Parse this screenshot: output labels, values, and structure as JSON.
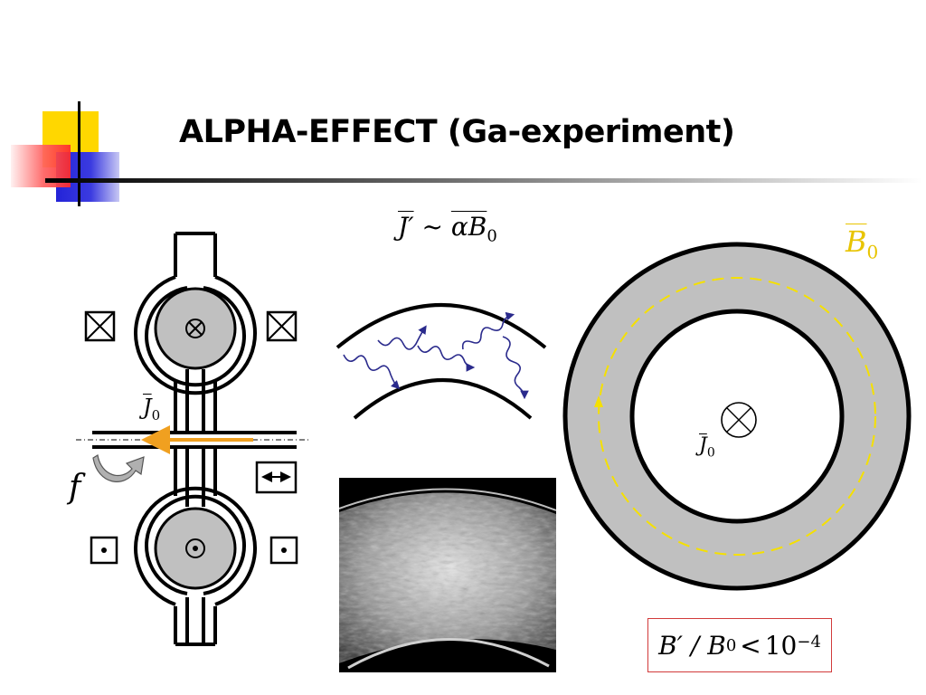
{
  "slide": {
    "title": "ALPHA-EFFECT (Ga-experiment)"
  },
  "formulas": {
    "induced_current": {
      "lhs": "J′",
      "sim": "~",
      "rhs": "αB",
      "sub": "0"
    },
    "field_label": {
      "main": "B",
      "sub": "0"
    },
    "current_label_left": {
      "main": "J",
      "sub": "0"
    },
    "current_label_ring": {
      "main": "J",
      "sub": "0"
    },
    "frequency_label": "f",
    "result": {
      "lhs": "B′ / B",
      "sub": "0",
      "rel": "<",
      "base": "10",
      "exp": "−4"
    }
  },
  "colors": {
    "accent_yellow": "#f5e000",
    "field_label": "#e8c400",
    "current_arrow": "#f0a020",
    "wave_arrows": "#2a2a8c",
    "shell_gray": "#c0c0c0",
    "result_border": "#d23b3b"
  }
}
